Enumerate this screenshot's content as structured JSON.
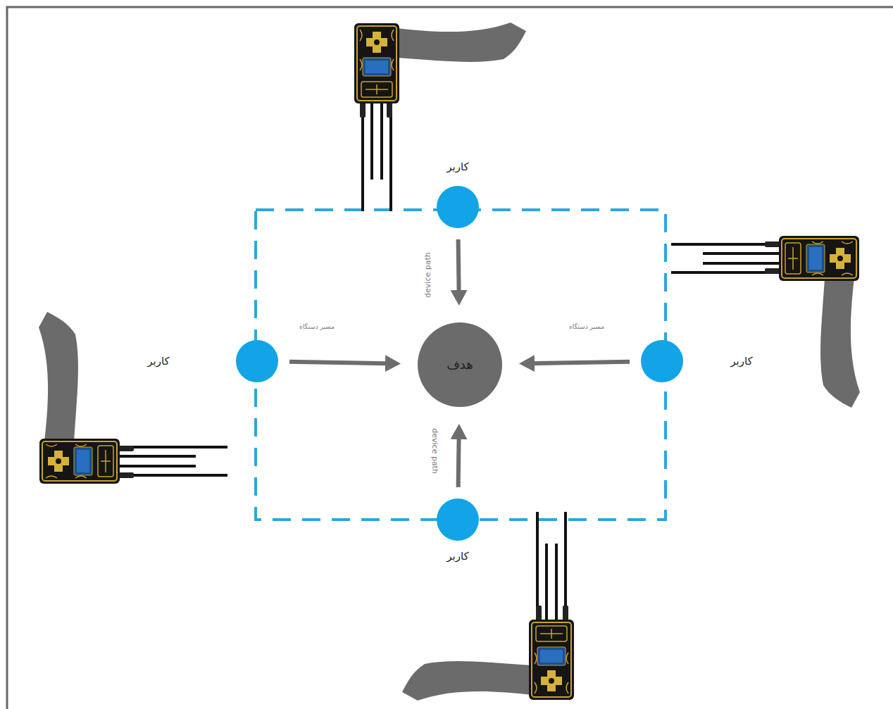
{
  "diagram": {
    "nodes": [
      {
        "text": [
          "کاربر"
        ]
      },
      {
        "text": [
          "کاربر"
        ]
      },
      {
        "text": [
          "هدف"
        ]
      },
      {
        "text": [
          "کاربر"
        ]
      },
      {
        "text": [
          "کاربر"
        ]
      }
    ],
    "edges": [
      {
        "from": 0,
        "to": 2,
        "arrow": "to",
        "label": "device path"
      },
      {
        "from": 1,
        "to": 2,
        "arrow": "to",
        "label": "مسیر دستگاه"
      },
      {
        "from": 3,
        "to": 2,
        "arrow": "to",
        "label": "مسیر دستگاه"
      },
      {
        "from": 4,
        "to": 2,
        "arrow": "to",
        "label": "device path"
      }
    ]
  }
}
